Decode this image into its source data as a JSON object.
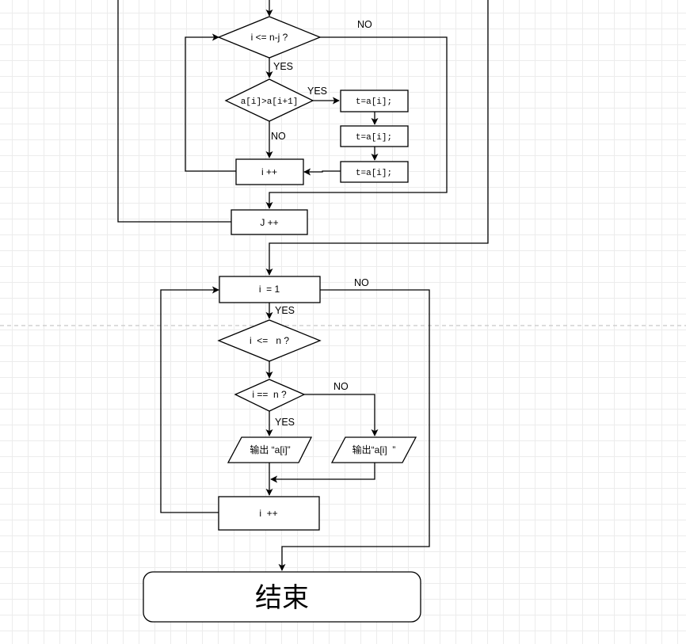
{
  "nodes": {
    "cond_i_le_n_minus_j": "i <= n-j ?",
    "cond_swap": "a[i]>a[i+1]",
    "swap_step_1": "t=a[i];",
    "swap_step_2": "t=a[i];",
    "swap_step_3": "t=a[i];",
    "inc_i_inner": "i ++",
    "inc_j": "J ++",
    "assign_i_1": "i  = 1",
    "cond_i_le_n": "i  <=   n ?",
    "cond_i_eq_n": "i ==  n ?",
    "output_with_quotes": "输出 “a[i]”",
    "output_with_space": "输出“a[i]  ”",
    "inc_i_output": "i  ++",
    "end": "结束"
  },
  "edge_labels": {
    "no_outer_loop": "NO",
    "yes_enter_compare": "YES",
    "yes_swap": "YES",
    "no_swap": "NO",
    "no_output_loop": "NO",
    "yes_output_loop": "YES",
    "no_not_last": "NO",
    "yes_is_last": "YES"
  },
  "colors": {
    "background": "#ffffff",
    "grid": "#ececec",
    "stroke": "#000000",
    "page_break": "#c8c8c8"
  }
}
